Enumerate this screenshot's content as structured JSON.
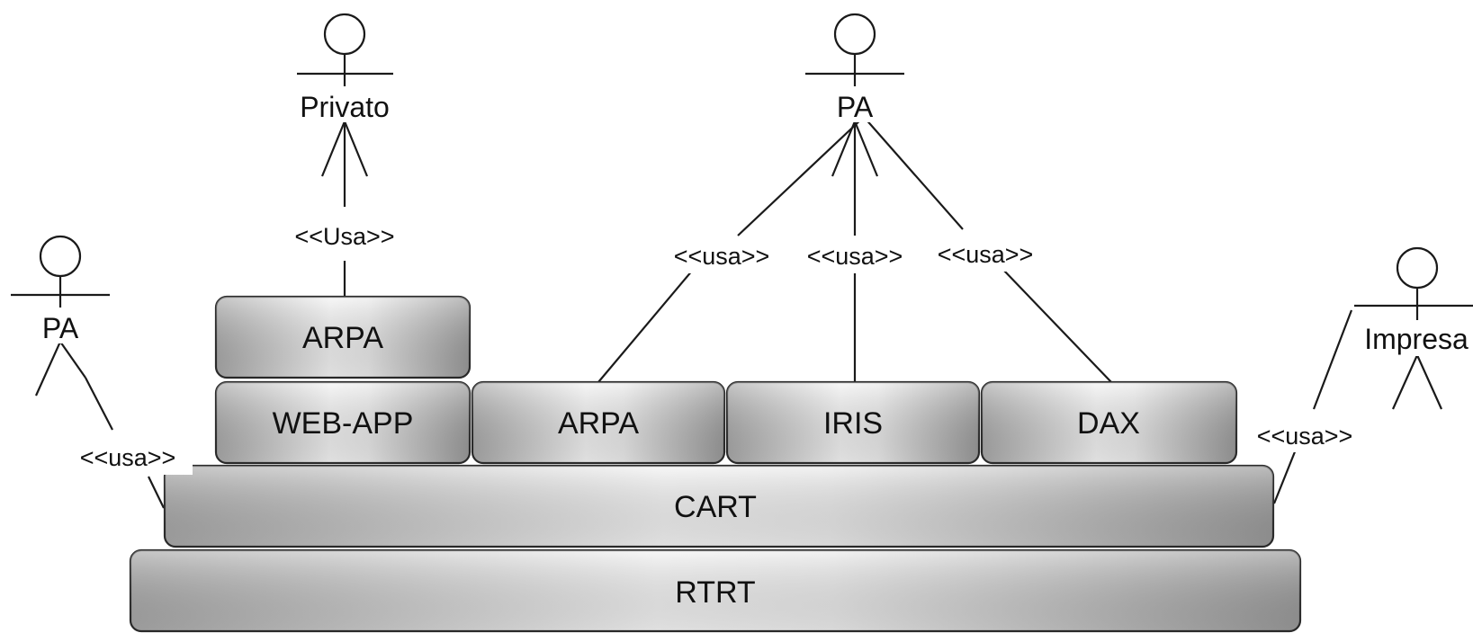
{
  "actors": {
    "privato": "Privato",
    "pa_top": "PA",
    "pa_left": "PA",
    "impresa": "Impresa"
  },
  "usa_labels": {
    "privato": "<<Usa>>",
    "pa_left": "<<usa>>",
    "pa_arpa": "<<usa>>",
    "pa_iris": "<<usa>>",
    "pa_dax": "<<usa>>",
    "impresa": "<<usa>>"
  },
  "layers": {
    "arpa_top": "ARPA",
    "web_app": "WEB-APP",
    "arpa": "ARPA",
    "iris": "IRIS",
    "dax": "DAX",
    "cart": "CART",
    "rtrt": "RTRT"
  }
}
